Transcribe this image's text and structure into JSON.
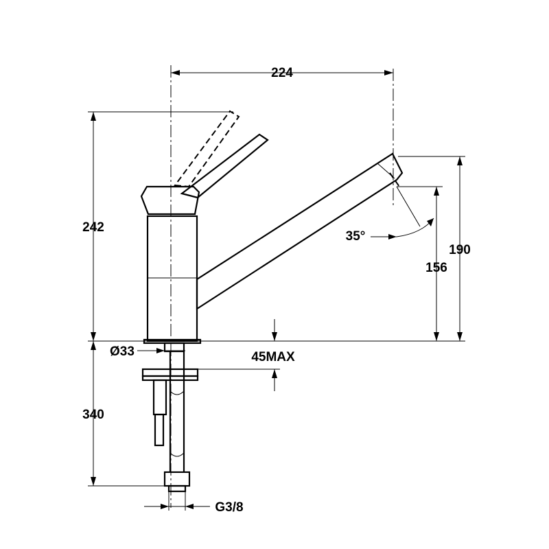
{
  "dimensions": {
    "overall_reach": "224",
    "overall_height": "242",
    "spout_outlet_height": "190",
    "spout_clearance": "156",
    "spout_angle": "35°",
    "base_diameter": "Ø33",
    "max_deck_thickness": "45MAX",
    "hose_length": "340",
    "connection_thread": "G3/8"
  },
  "colors": {
    "line": "#000000",
    "background": "#ffffff"
  }
}
